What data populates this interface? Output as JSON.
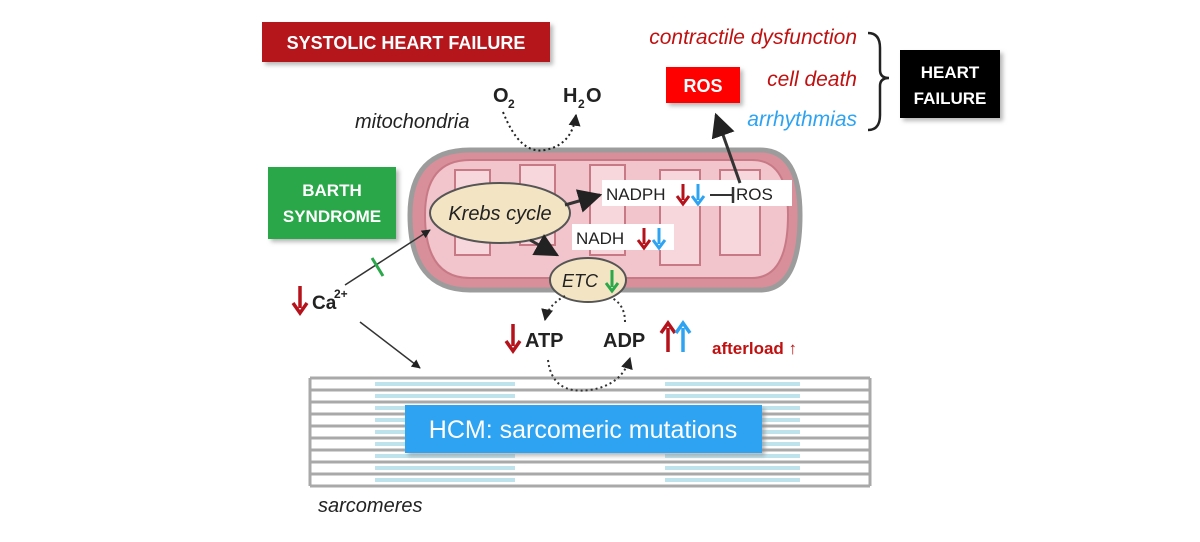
{
  "labels": {
    "systolic": "SYSTOLIC HEART FAILURE",
    "barth_line1": "BARTH",
    "barth_line2": "SYNDROME",
    "heart_failure_line1": "HEART",
    "heart_failure_line2": "FAILURE",
    "ros_box": "ROS",
    "contractile": "contractile dysfunction",
    "cell_death": "cell death",
    "arrhythmias": "arrhythmias",
    "mitochondria": "mitochondria",
    "o2_base": "O",
    "o2_sub": "2",
    "h2o_h": "H",
    "h2o_sub": "2",
    "h2o_o": "O",
    "krebs": "Krebs cycle",
    "nadph": "NADPH",
    "ros_inside": "ROS",
    "nadh": "NADH",
    "etc": "ETC",
    "ca_base": "Ca",
    "ca_sup": "2+",
    "atp": "ATP",
    "adp": "ADP",
    "afterload": "afterload ↑",
    "hcm": "HCM: sarcomeric mutations",
    "sarcomeres": "sarcomeres"
  },
  "colors": {
    "systolic_box": "#b5121b",
    "barth_box": "#2aa84a",
    "heart_failure_box": "#000000",
    "ros_box": "#ff0000",
    "hcm_box": "#2ea3f2",
    "dark_red": "#b5121b",
    "red_text": "#c01010",
    "blue": "#2ea3f2",
    "green": "#2aa84a",
    "mito_outer": "#d98f9a",
    "mito_inner": "#f2c4cb",
    "krebs_fill": "#f3e5c4"
  }
}
